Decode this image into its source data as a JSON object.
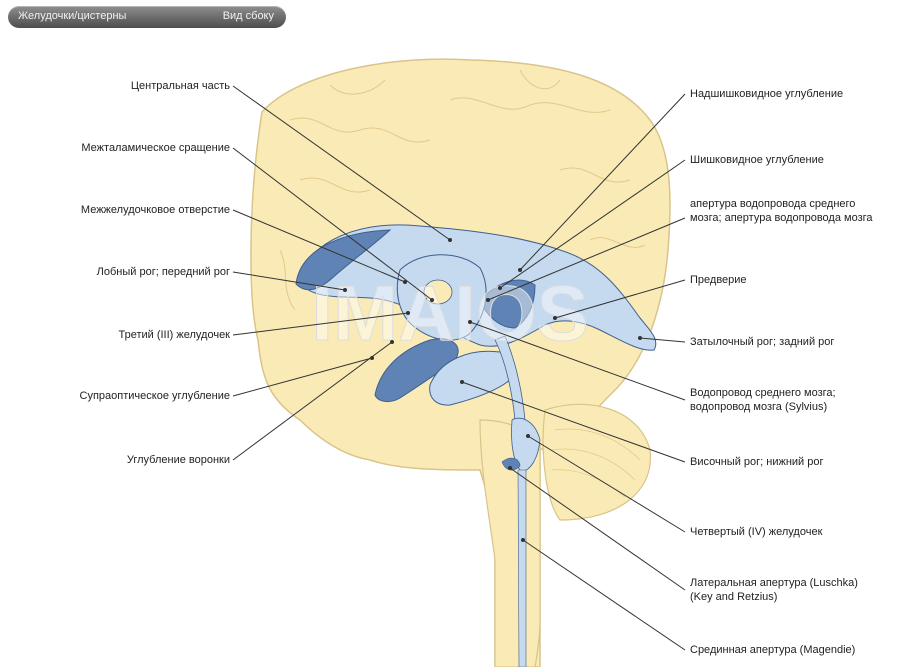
{
  "header": {
    "left_title": "Желудочки/цистерны",
    "right_title": "Вид сбоку"
  },
  "watermark": "IMAIOS",
  "labels_left": [
    "Центральная часть",
    "Межталамическое сращение",
    "Межжелудочковое отверстие",
    "Лобный рог; передний рог",
    "Третий (III) желудочек",
    "Супраоптическое углубление",
    "Углубление воронки"
  ],
  "labels_right": [
    "Надшишковидное углубление",
    "Шишковидное углубление",
    "апертура водопровода среднего мозга; апертура водопровода мозга",
    "Предверие",
    "Затылочный рог; задний рог",
    "Водопровод среднего мозга; водопровод мозга (Sylvius)",
    "Височный рог; нижний рог",
    "Четвертый (IV) желудочек",
    "Латеральная апертура (Luschka) (Key and Retzius)",
    "Срединная апертура (Magendie)"
  ],
  "colors": {
    "brain": "#faebb6",
    "brain_outline": "#d9c48a",
    "ventricle_light": "#c5d9ef",
    "ventricle_dark": "#5f83b5",
    "ventricle_outline": "#3f5f8f",
    "leader": "#333333"
  }
}
